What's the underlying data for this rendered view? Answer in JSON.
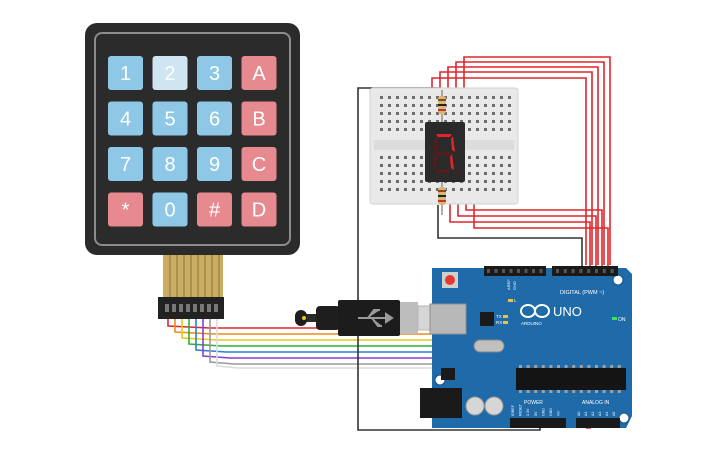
{
  "keypad": {
    "keys": [
      {
        "label": "1",
        "kind": "num"
      },
      {
        "label": "2",
        "kind": "num-pressed"
      },
      {
        "label": "3",
        "kind": "num"
      },
      {
        "label": "A",
        "kind": "alpha"
      },
      {
        "label": "4",
        "kind": "num"
      },
      {
        "label": "5",
        "kind": "num"
      },
      {
        "label": "6",
        "kind": "num"
      },
      {
        "label": "B",
        "kind": "alpha"
      },
      {
        "label": "7",
        "kind": "num"
      },
      {
        "label": "8",
        "kind": "num"
      },
      {
        "label": "9",
        "kind": "num"
      },
      {
        "label": "C",
        "kind": "alpha"
      },
      {
        "label": "*",
        "kind": "alpha"
      },
      {
        "label": "0",
        "kind": "num"
      },
      {
        "label": "#",
        "kind": "alpha"
      },
      {
        "label": "D",
        "kind": "alpha"
      }
    ]
  },
  "display": {
    "digit": "7"
  },
  "arduino": {
    "logo": "∞",
    "brand": "ARDUINO",
    "model": "UNO",
    "digital_label": "DIGITAL (PWM ~)",
    "power_label": "POWER",
    "analog_label": "ANALOG IN",
    "on_label": "ON",
    "l_label": "L",
    "tx_label": "TX",
    "rx_label": "RX",
    "aref_label": "AREF",
    "gnd_label": "GND",
    "power_pins": [
      "IOREF",
      "RESET",
      "3.3V",
      "5V",
      "GND",
      "GND",
      "Vin"
    ],
    "analog_pins": [
      "A0",
      "A1",
      "A2",
      "A3",
      "A4",
      "A5"
    ]
  },
  "colors": {
    "wire_red": "#e0262c",
    "wire_black": "#333333",
    "board_blue": "#1f6aa8",
    "key_blue": "#8fc8e6",
    "key_red": "#e68a90",
    "keypad_body": "#2b2b2b"
  }
}
